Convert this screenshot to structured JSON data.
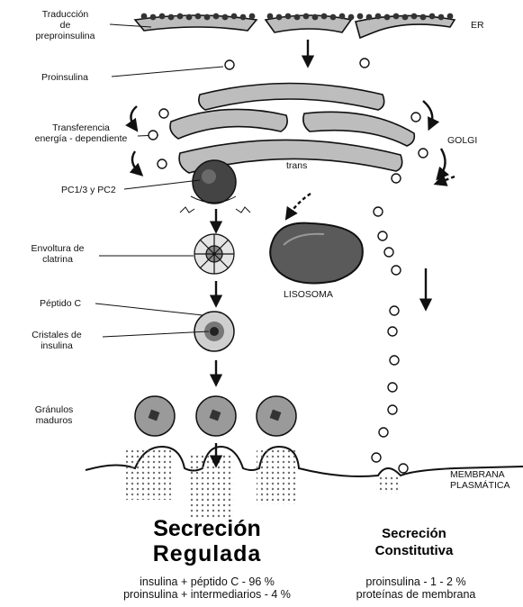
{
  "labels": {
    "translation": "Traducción\nde\npreproinsulina",
    "er": "ER",
    "proinsulin": "Proinsulina",
    "transfer": "Transferencia\nenergía - dependiente",
    "golgi": "GOLGI",
    "trans": "trans",
    "pc": "PC1/3 y PC2",
    "clathrin": "Envoltura de\nclatrina",
    "lysosome": "LISOSOMA",
    "peptide_c": "Péptido C",
    "crystals": "Cristales de\ninsulina",
    "granules": "Gránulos\nmaduros",
    "membrane": "MEMBRANA\nPLASMÁTICA"
  },
  "regulated": {
    "title_1": "Secreción",
    "title_2": "Regulada",
    "line_1": "insulina + péptido C - 96 %",
    "line_2": "proinsulina + intermediarios - 4 %"
  },
  "constitutive": {
    "title_1": "Secreción",
    "title_2": "Constitutiva",
    "line_1": "proinsulina - 1 - 2 %",
    "line_2": "proteínas de membrana"
  }
}
